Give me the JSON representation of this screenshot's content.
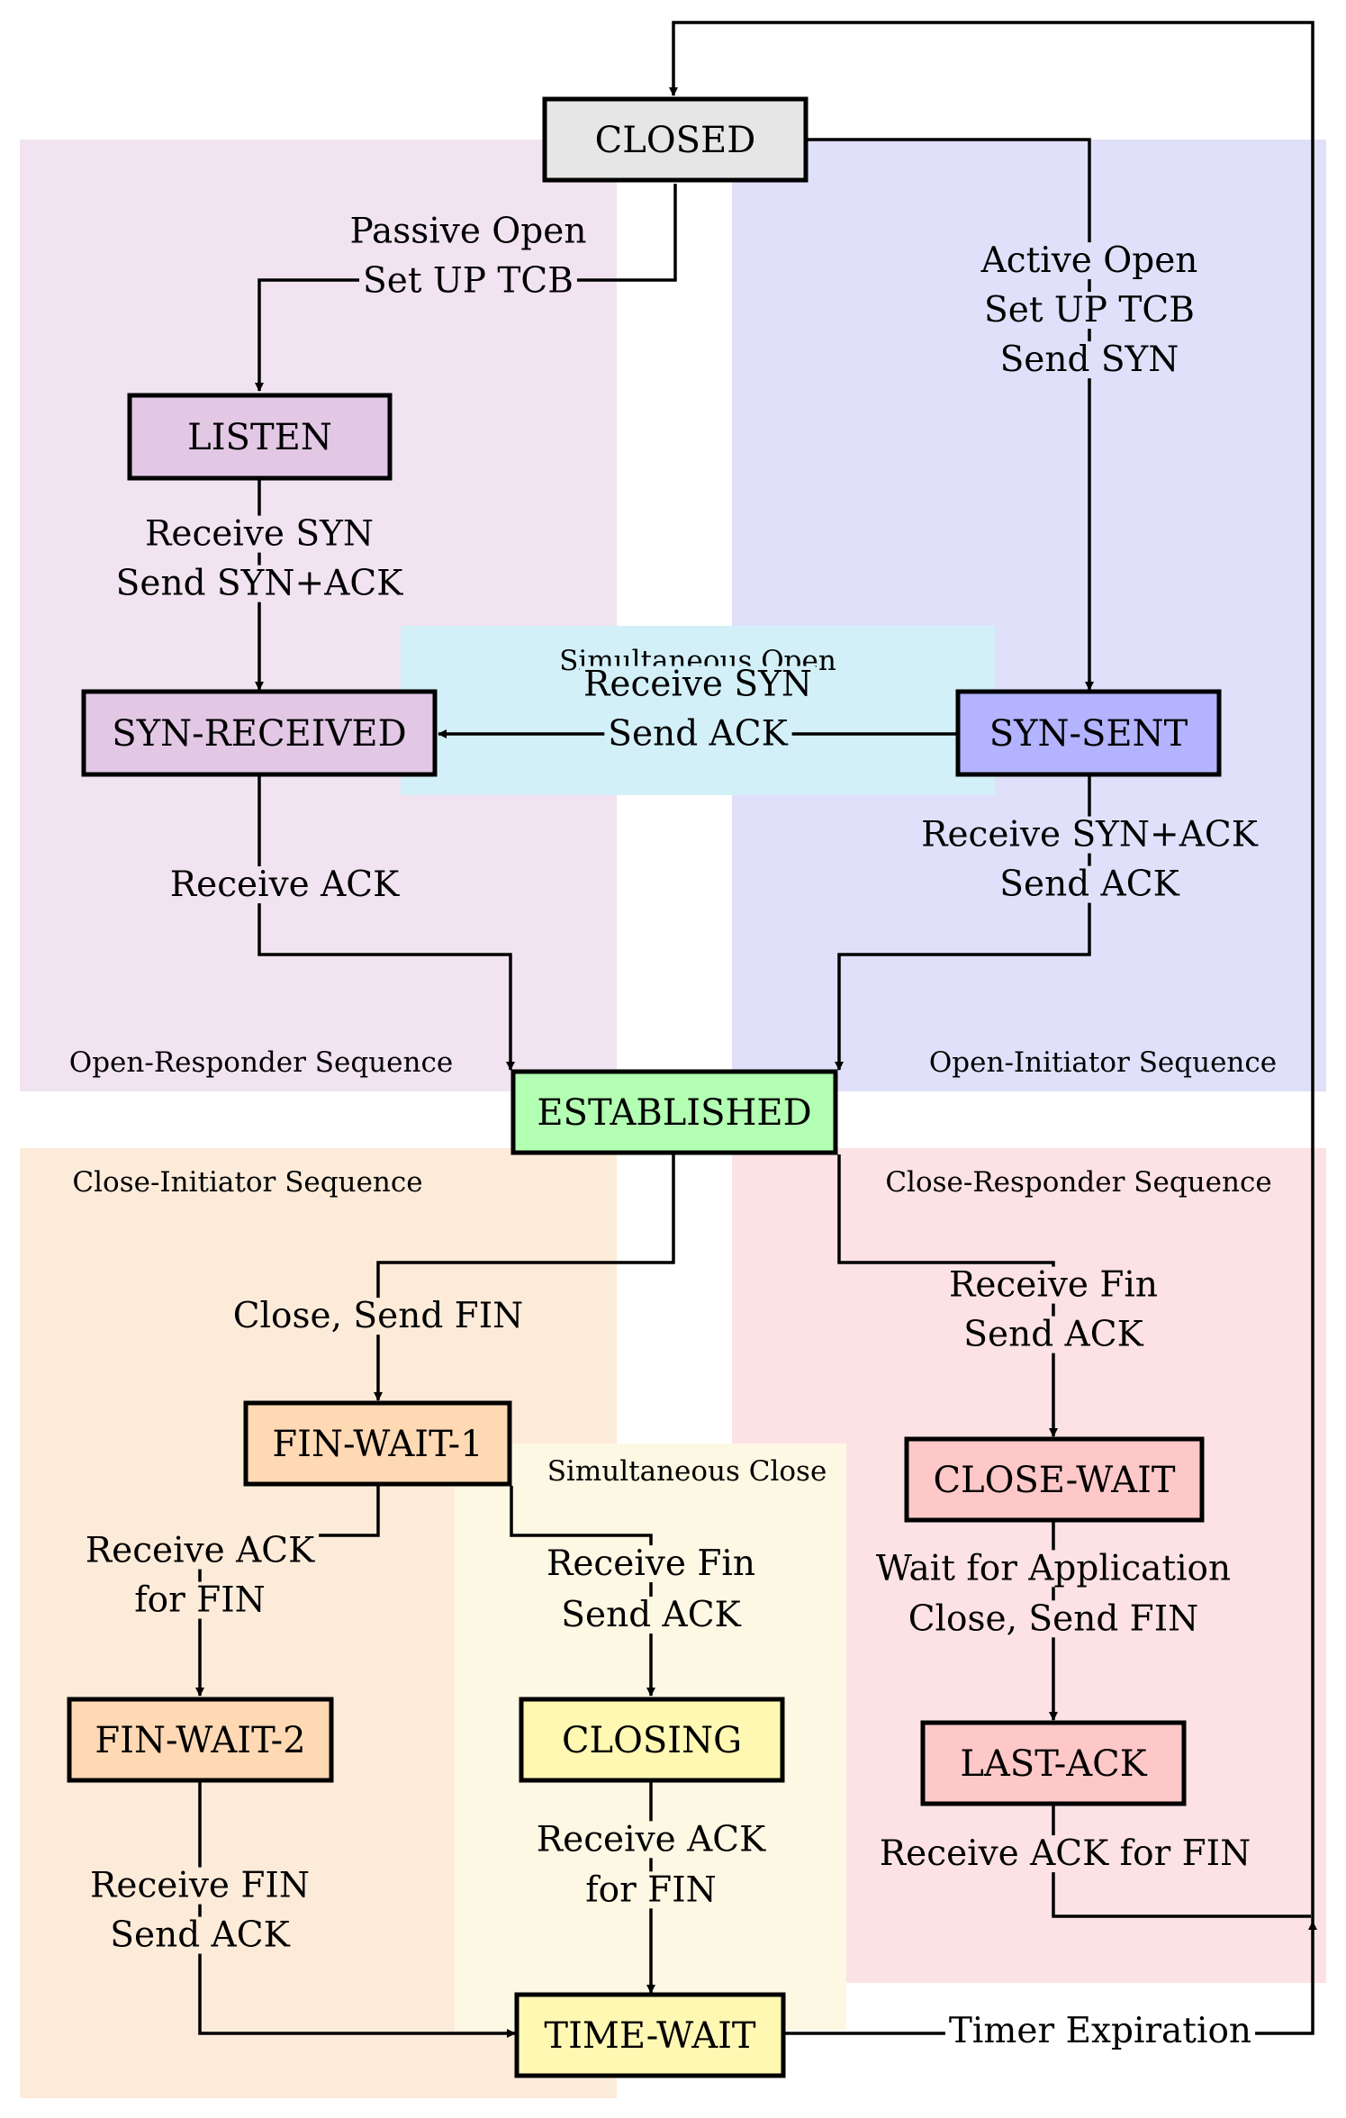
{
  "diagram": {
    "states": {
      "closed": {
        "label": "CLOSED",
        "color": "#e6e6e6"
      },
      "listen": {
        "label": "LISTEN",
        "color": "#e3c8e6"
      },
      "syn_received": {
        "label": "SYN-RECEIVED",
        "color": "#e3c8e6"
      },
      "syn_sent": {
        "label": "SYN-SENT",
        "color": "#b3b3ff"
      },
      "established": {
        "label": "ESTABLISHED",
        "color": "#b3ffb3"
      },
      "fin_wait_1": {
        "label": "FIN-WAIT-1",
        "color": "#ffd9b3"
      },
      "fin_wait_2": {
        "label": "FIN-WAIT-2",
        "color": "#ffd9b3"
      },
      "closing": {
        "label": "CLOSING",
        "color": "#fff8b3"
      },
      "time_wait": {
        "label": "TIME-WAIT",
        "color": "#fff8b3"
      },
      "close_wait": {
        "label": "CLOSE-WAIT",
        "color": "#ffc8c8"
      },
      "last_ack": {
        "label": "LAST-ACK",
        "color": "#ffc8c8"
      }
    },
    "regions": {
      "open_responder": {
        "label": "Open-Responder Sequence",
        "color": "#f1e4f0"
      },
      "open_initiator": {
        "label": "Open-Initiator Sequence",
        "color": "#e0e0fb"
      },
      "simultaneous_open": {
        "label": "Simultaneous Open",
        "color": "#d3f0f9"
      },
      "close_initiator": {
        "label": "Close-Initiator Sequence",
        "color": "#fdebd9"
      },
      "close_responder": {
        "label": "Close-Responder Sequence",
        "color": "#fce2e4"
      },
      "simultaneous_close": {
        "label": "Simultaneous Close",
        "color": "#fdf8e3"
      }
    },
    "edges": {
      "passive_open": [
        "Passive Open",
        "Set UP TCB"
      ],
      "active_open": [
        "Active Open",
        "Set UP TCB",
        "Send SYN"
      ],
      "listen_receive_syn": [
        "Receive SYN",
        "Send SYN+ACK"
      ],
      "simultaneous_receive_syn": [
        "Receive SYN",
        "Send ACK"
      ],
      "receive_ack": [
        "Receive ACK"
      ],
      "receive_syn_ack": [
        "Receive SYN+ACK",
        "Send ACK"
      ],
      "close_send_fin": [
        "Close, Send FIN"
      ],
      "receive_fin_send_ack_right": [
        "Receive Fin",
        "Send ACK"
      ],
      "fin1_receive_ack": [
        "Receive ACK",
        "for FIN"
      ],
      "fin1_receive_fin": [
        "Receive Fin",
        "Send ACK"
      ],
      "wait_for_application": [
        "Wait for Application",
        "Close, Send FIN"
      ],
      "closing_receive_ack": [
        "Receive ACK",
        "for FIN"
      ],
      "last_ack_receive_ack": [
        "Receive ACK for FIN"
      ],
      "fin2_receive_fin": [
        "Receive FIN",
        "Send ACK"
      ],
      "timer_expiration": [
        "Timer Expiration"
      ]
    }
  }
}
